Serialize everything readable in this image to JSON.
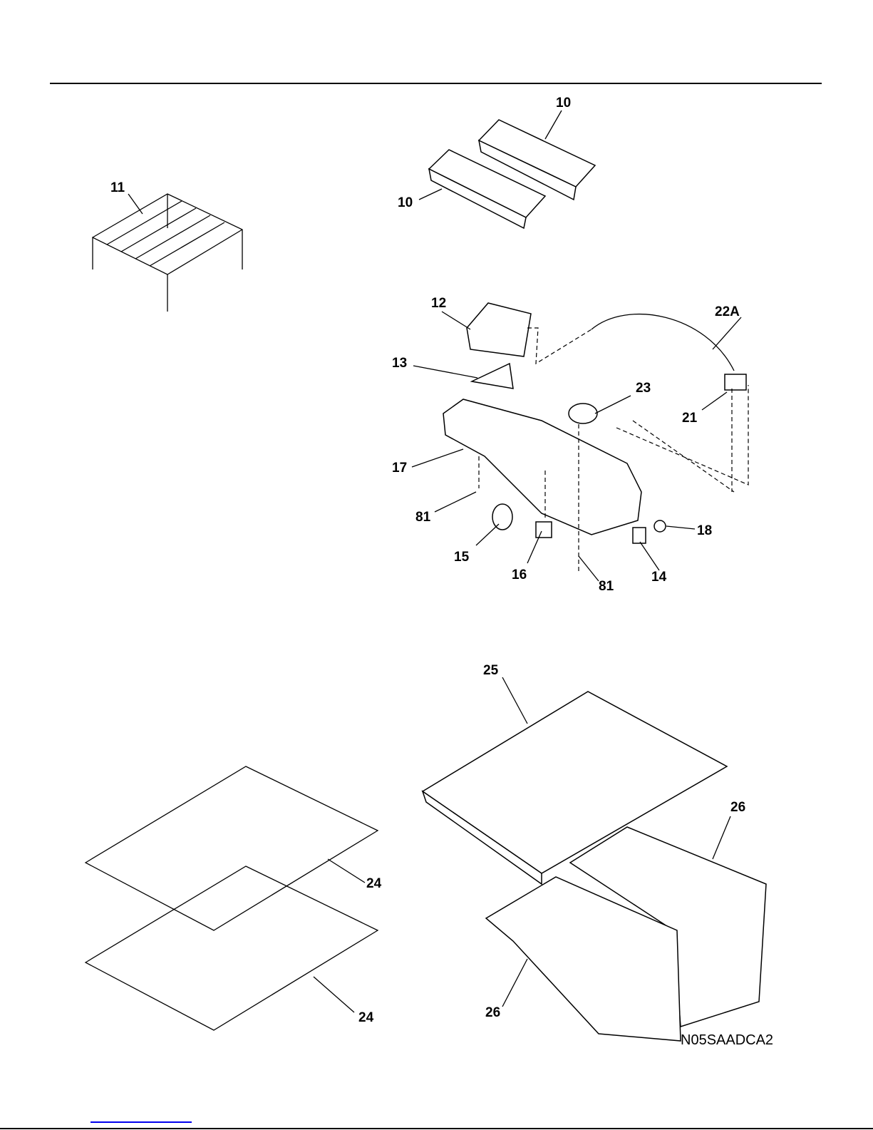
{
  "labels": {
    "l10a": "10",
    "l10b": "10",
    "l11": "11",
    "l12": "12",
    "l13": "13",
    "l22a": "22A",
    "l23": "23",
    "l21": "21",
    "l17": "17",
    "l81a": "81",
    "l15": "15",
    "l16": "16",
    "l81b": "81",
    "l14": "14",
    "l18": "18",
    "l25": "25",
    "l26a": "26",
    "l26b": "26",
    "l24a": "24",
    "l24b": "24"
  },
  "diagram_code": "N05SAADCA2"
}
